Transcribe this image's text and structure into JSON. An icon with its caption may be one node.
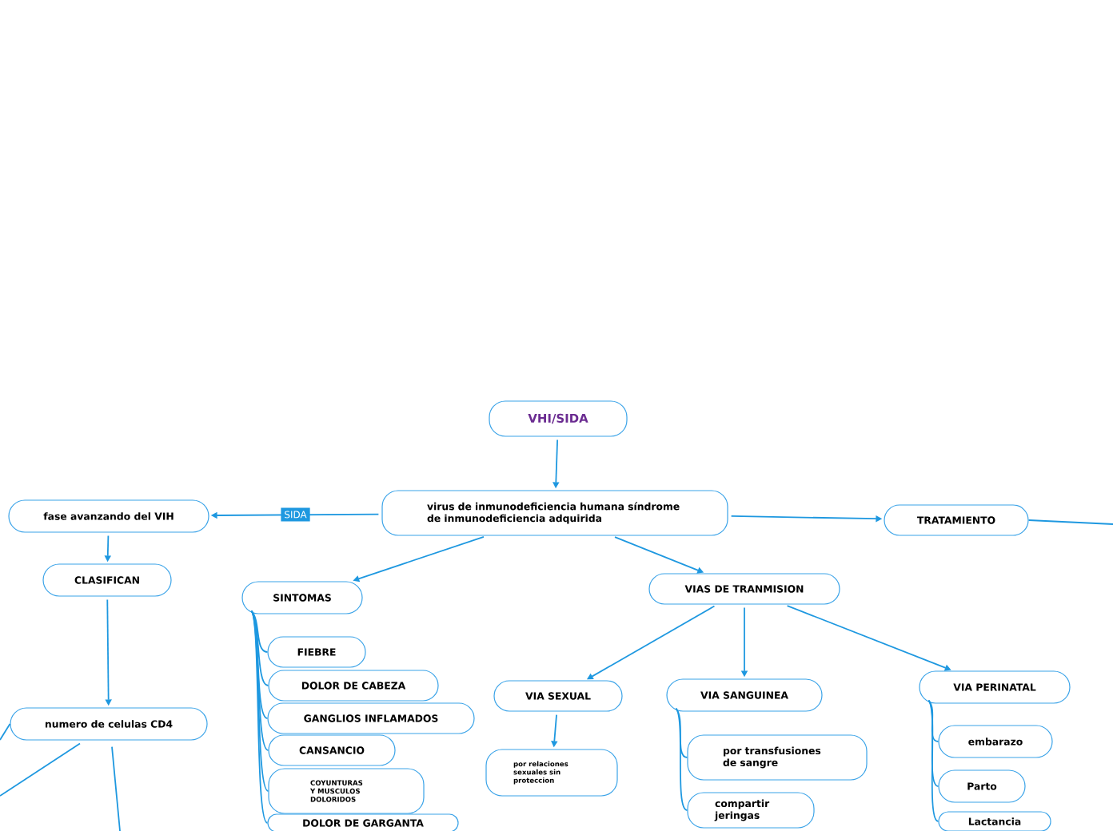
{
  "diagram": {
    "nodes": [
      {
        "text": [
          "VHI/SIDA"
        ]
      },
      {
        "text": [
          "virus de inmunodeficiencia humana síndrome de inmunodeficiencia adquirida"
        ]
      },
      {
        "text": [
          "fase avanzando del VIH"
        ]
      },
      {
        "text": [
          "CLASIFICAN"
        ]
      },
      {
        "text": [
          "numero de celulas CD4"
        ]
      },
      {
        "text": [
          "SINTOMAS"
        ]
      },
      {
        "text": [
          "FIEBRE"
        ]
      },
      {
        "text": [
          "DOLOR DE CABEZA"
        ]
      },
      {
        "text": [
          "GANGLIOS INFLAMADOS"
        ]
      },
      {
        "text": [
          "CANSANCIO"
        ]
      },
      {
        "text": [
          "COYUNTURAS Y MUSCULOS DOLORIDOS"
        ]
      },
      {
        "text": [
          "DOLOR DE GARGANTA"
        ]
      },
      {
        "text": [
          "TRATAMIENTO"
        ]
      },
      {
        "text": [
          "VIAS DE TRANMISION"
        ]
      },
      {
        "text": [
          "VIA SEXUAL"
        ]
      },
      {
        "text": [
          "por relaciones sexuales sin proteccion"
        ]
      },
      {
        "text": [
          "VIA SANGUINEA"
        ]
      },
      {
        "text": [
          "por transfusiones de sangre"
        ]
      },
      {
        "text": [
          "compartir jeringas"
        ]
      },
      {
        "text": [
          "VIA PERINATAL"
        ]
      },
      {
        "text": [
          "embarazo"
        ]
      },
      {
        "text": [
          "Parto"
        ]
      },
      {
        "text": [
          "Lactancia"
        ]
      }
    ],
    "edges": [
      {
        "from": 0,
        "to": 1,
        "arrow": "to"
      },
      {
        "from": 1,
        "to": 2,
        "arrow": "to",
        "label": "SIDA"
      },
      {
        "from": 2,
        "to": 3,
        "arrow": "to"
      },
      {
        "from": 3,
        "to": 4,
        "arrow": "to"
      },
      {
        "from": 4,
        "to": null,
        "arrow": "none"
      },
      {
        "from": 4,
        "to": null,
        "arrow": "none"
      },
      {
        "from": 4,
        "to": null,
        "arrow": "none"
      },
      {
        "from": 1,
        "to": 5,
        "arrow": "to"
      },
      {
        "from": 5,
        "to": 6,
        "arrow": "none"
      },
      {
        "from": 5,
        "to": 7,
        "arrow": "none"
      },
      {
        "from": 5,
        "to": 8,
        "arrow": "none"
      },
      {
        "from": 5,
        "to": 9,
        "arrow": "none"
      },
      {
        "from": 5,
        "to": 10,
        "arrow": "none"
      },
      {
        "from": 5,
        "to": 11,
        "arrow": "none"
      },
      {
        "from": 1,
        "to": 12,
        "arrow": "to"
      },
      {
        "from": 12,
        "to": null,
        "arrow": "none"
      },
      {
        "from": 1,
        "to": 13,
        "arrow": "to"
      },
      {
        "from": 13,
        "to": 14,
        "arrow": "to"
      },
      {
        "from": 14,
        "to": 15,
        "arrow": "to"
      },
      {
        "from": 13,
        "to": 16,
        "arrow": "to"
      },
      {
        "from": 16,
        "to": 17,
        "arrow": "none"
      },
      {
        "from": 16,
        "to": 18,
        "arrow": "none"
      },
      {
        "from": 13,
        "to": 19,
        "arrow": "to"
      },
      {
        "from": 19,
        "to": 20,
        "arrow": "none"
      },
      {
        "from": 19,
        "to": 21,
        "arrow": "none"
      },
      {
        "from": 19,
        "to": 22,
        "arrow": "none"
      }
    ]
  }
}
